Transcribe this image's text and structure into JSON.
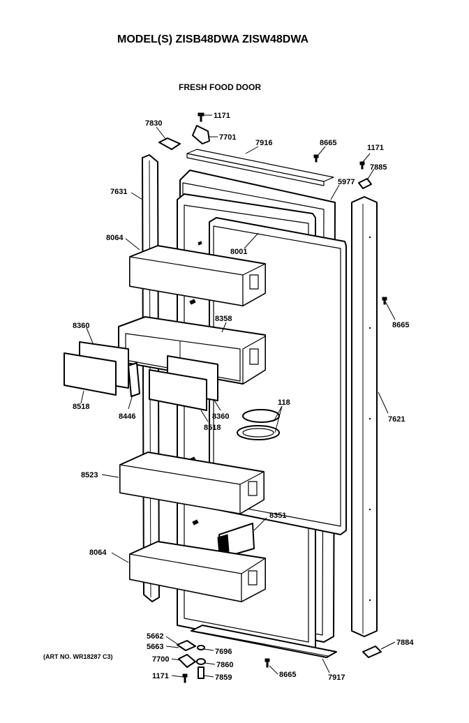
{
  "header": {
    "model_title": "MODEL(S) ZISB48DWA  ZISW48DWA",
    "section_title": "FRESH FOOD DOOR"
  },
  "footer": {
    "art_number": "(ART NO. WR18287 C3)"
  },
  "parts": {
    "p1171_top": "1171",
    "p7701": "7701",
    "p7830": "7830",
    "p7916": "7916",
    "p8665_top": "8665",
    "p1171_right": "1171",
    "p7885": "7885",
    "p5977": "5977",
    "p7631": "7631",
    "p8064_top": "8064",
    "p8001": "8001",
    "p8665_mid": "8665",
    "p8360_left": "8360",
    "p8358": "8358",
    "p8518_left": "8518",
    "p8446": "8446",
    "p8360_mid": "8360",
    "p8518_mid": "8518",
    "p118": "118",
    "p7621": "7621",
    "p8523": "8523",
    "p8351": "8351",
    "p8064_bottom": "8064",
    "p5662": "5662",
    "p5663": "5663",
    "p7696": "7696",
    "p7700": "7700",
    "p7860": "7860",
    "p1171_bottom": "1171",
    "p7859": "7859",
    "p8665_bottom": "8665",
    "p7917": "7917",
    "p7884": "7884"
  }
}
